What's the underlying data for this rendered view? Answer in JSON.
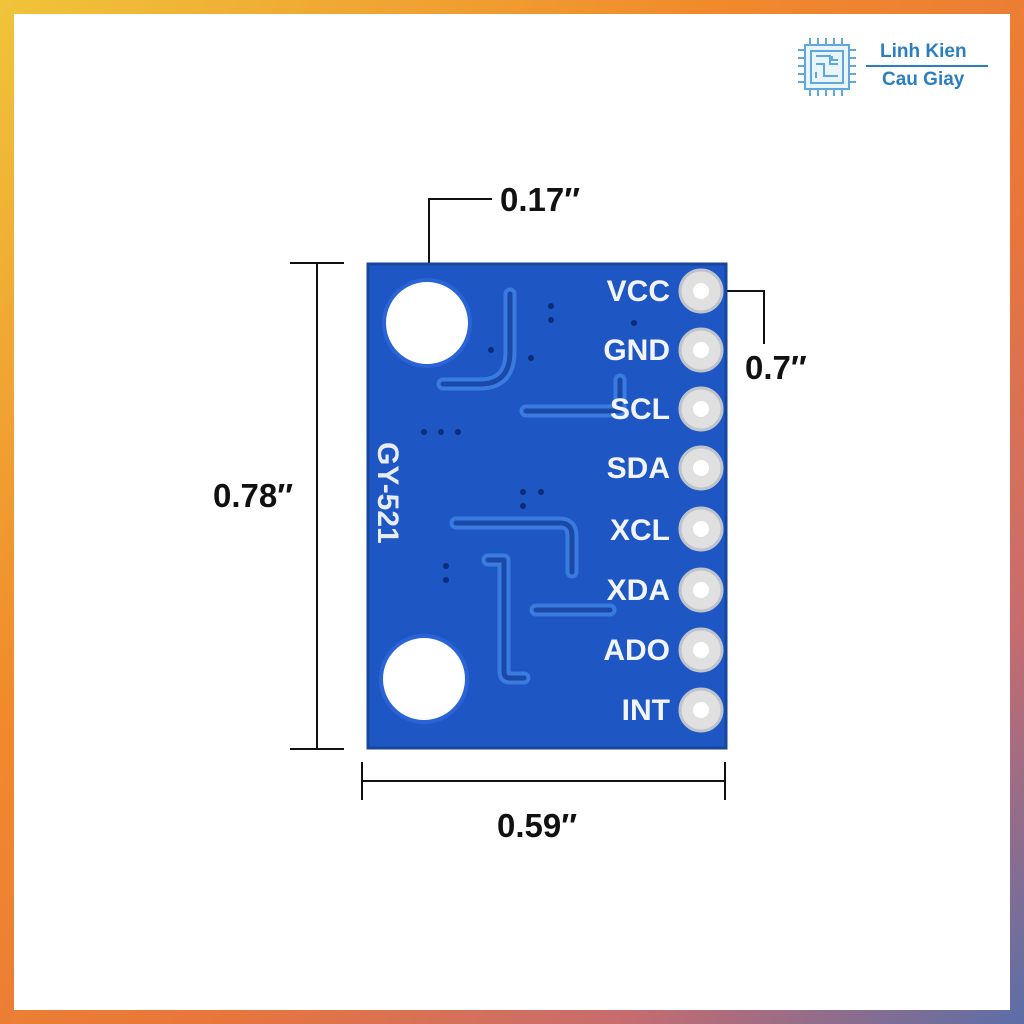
{
  "brand": {
    "line1": "Linh Kien",
    "line2": "Cau Giay",
    "color": "#2a7fc1",
    "icon": "chip-icon"
  },
  "board": {
    "name": "GY-521",
    "pcb_color": "#1e56c4",
    "pins": [
      "VCC",
      "GND",
      "SCL",
      "SDA",
      "XCL",
      "XDA",
      "ADO",
      "INT"
    ]
  },
  "dimensions": {
    "hole": "0.17″",
    "pin_pitch": "0.7″",
    "height": "0.78″",
    "width": "0.59″"
  }
}
